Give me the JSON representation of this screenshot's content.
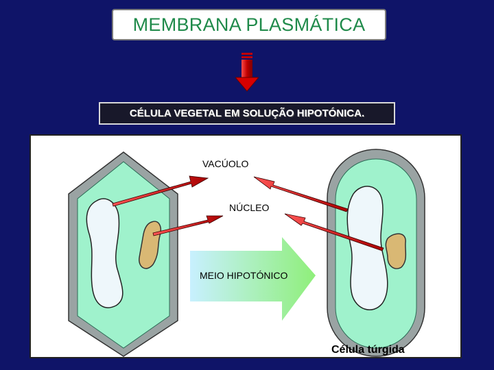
{
  "title": "MEMBRANA PLASMÁTICA",
  "subtitle": "CÉLULA VEGETAL EM SOLUÇÃO HIPOTÓNICA.",
  "labels": {
    "vacuole": "VACÚOLO",
    "nucleus": "NÚCLEO",
    "medium": "MEIO HIPOTÓNICO",
    "turgid_cell": "Célula túrgida"
  },
  "colors": {
    "background": "#0f1468",
    "title_text": "#1f8a4a",
    "cell_wall": "#9aa3a3",
    "cytoplasm": "#9ff2cc",
    "vacuole": "#eef7fb",
    "nucleus": "#d9b874",
    "pointer_arrows": "#cc1111",
    "medium_arrow_from": "#c8f0ff",
    "medium_arrow_to": "#8fef7a"
  },
  "icons": {
    "flow_arrow": "down-arrow-icon"
  }
}
